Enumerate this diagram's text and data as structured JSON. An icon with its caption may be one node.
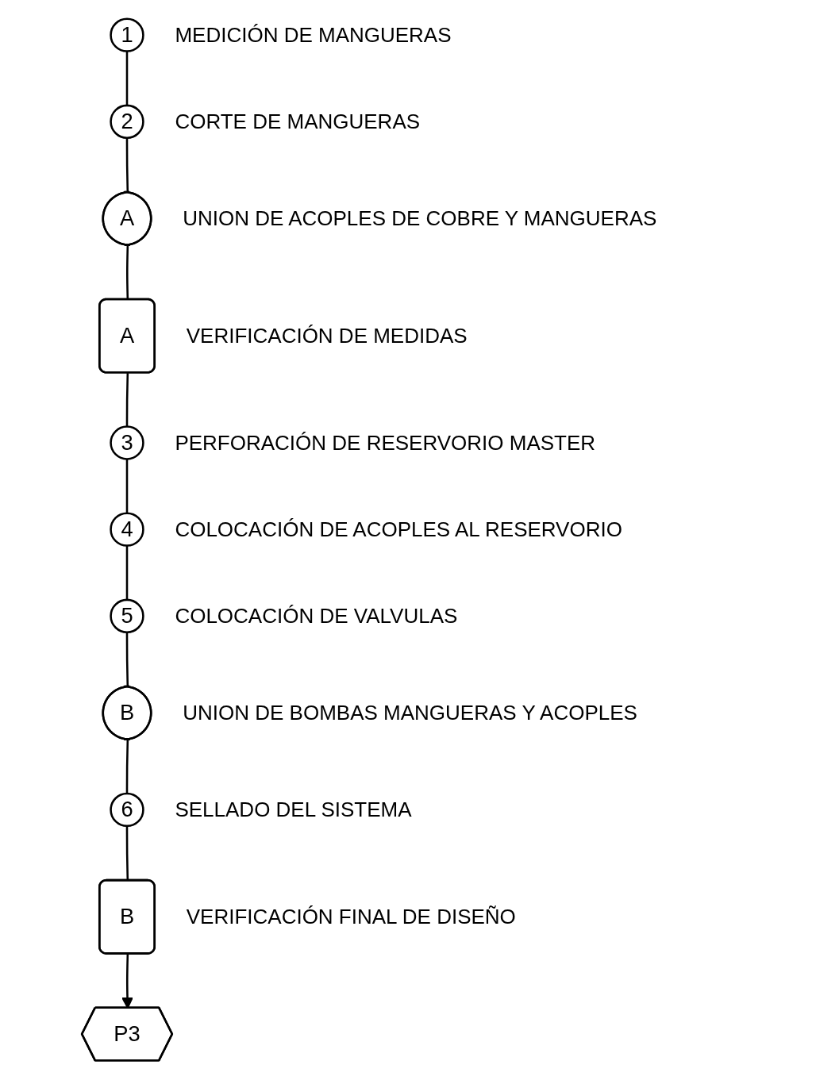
{
  "diagram": {
    "nodes": [
      {
        "text": [
          "1"
        ],
        "beside": [
          "MEDICIÓN DE MANGUERAS"
        ]
      },
      {
        "text": [
          "2"
        ],
        "beside": [
          "CORTE DE MANGUERAS"
        ]
      },
      {
        "text": [
          "A"
        ],
        "beside": [
          "UNION DE ACOPLES DE COBRE Y MANGUERAS"
        ]
      },
      {
        "text": [
          "A"
        ],
        "beside": [
          "VERIFICACIÓN DE MEDIDAS"
        ]
      },
      {
        "text": [
          "3"
        ],
        "beside": [
          "PERFORACIÓN DE RESERVORIO MASTER"
        ]
      },
      {
        "text": [
          "4"
        ],
        "beside": [
          "COLOCACIÓN DE ACOPLES AL RESERVORIO"
        ]
      },
      {
        "text": [
          "5"
        ],
        "beside": [
          "COLOCACIÓN DE VALVULAS"
        ]
      },
      {
        "text": [
          "B"
        ],
        "beside": [
          "UNION DE BOMBAS MANGUERAS Y ACOPLES"
        ]
      },
      {
        "text": [
          "6"
        ],
        "beside": [
          "SELLADO DEL SISTEMA"
        ]
      },
      {
        "text": [
          "B"
        ],
        "beside": [
          "VERIFICACIÓN FINAL DE DISEÑO"
        ]
      },
      {
        "text": [
          "P3"
        ]
      }
    ],
    "edges": [
      {
        "from": 0,
        "to": 1,
        "arrow": "none"
      },
      {
        "from": 1,
        "to": 2,
        "arrow": "none"
      },
      {
        "from": 2,
        "to": 3,
        "arrow": "none"
      },
      {
        "from": 3,
        "to": 4,
        "arrow": "none"
      },
      {
        "from": 4,
        "to": 5,
        "arrow": "none"
      },
      {
        "from": 5,
        "to": 6,
        "arrow": "none"
      },
      {
        "from": 6,
        "to": 7,
        "arrow": "none"
      },
      {
        "from": 7,
        "to": 8,
        "arrow": "none"
      },
      {
        "from": 8,
        "to": 9,
        "arrow": "none"
      },
      {
        "from": 9,
        "to": 10,
        "arrow": "to"
      }
    ]
  }
}
